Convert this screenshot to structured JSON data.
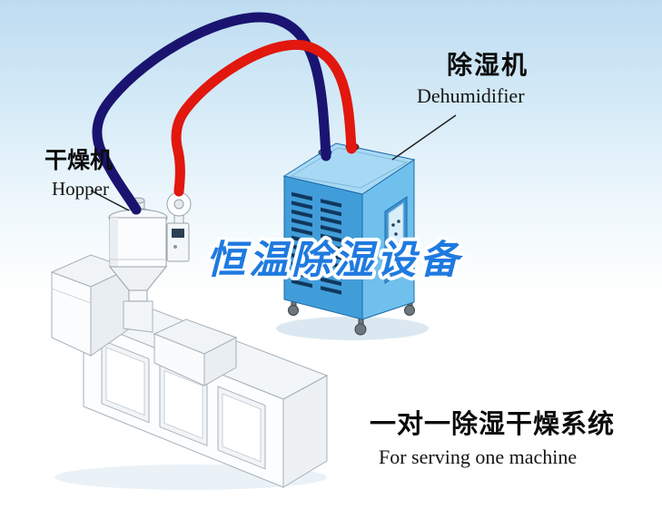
{
  "scene": {
    "title_watermark": "恒温除湿设备",
    "labels": {
      "hopper": {
        "zh": "干燥机",
        "en": "Hopper"
      },
      "dehumidifier": {
        "zh": "除湿机",
        "en": "Dehumidifier"
      }
    },
    "caption": {
      "zh": "一对一除湿干燥系统",
      "en": "For serving one machine"
    }
  },
  "colors": {
    "sky": "#bedcf1",
    "pipe_hot_red": "#e2170e",
    "pipe_cold_navy": "#1a1470",
    "machine_blue": "#419dd9",
    "machine_blue_light": "#6fc0ec",
    "machine_blue_top": "#a8d9f4",
    "watermark_blue": "#1f7ae0",
    "text_black": "#0c0c0c"
  }
}
